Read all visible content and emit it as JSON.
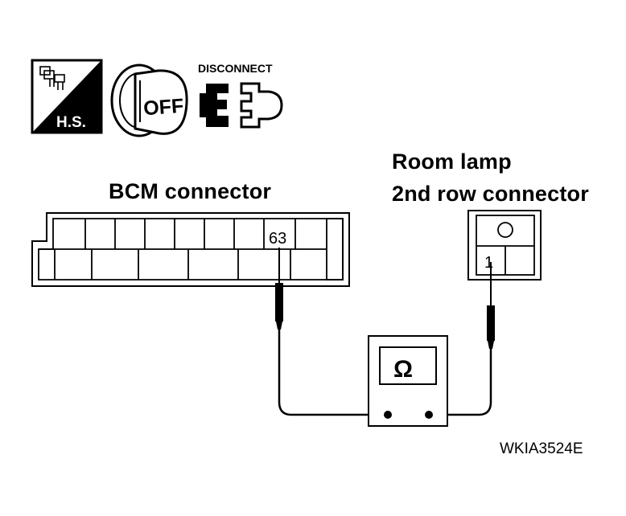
{
  "icons": {
    "hs_label": "H.S.",
    "ignition_label": "OFF",
    "disconnect_label": "DISCONNECT"
  },
  "labels": {
    "bcm_connector": "BCM connector",
    "room_lamp_line1": "Room lamp",
    "room_lamp_line2": "2nd row connector",
    "bcm_terminal": "63",
    "lamp_terminal": "1",
    "meter_symbol": "Ω",
    "figure_code": "WKIA3524E"
  }
}
